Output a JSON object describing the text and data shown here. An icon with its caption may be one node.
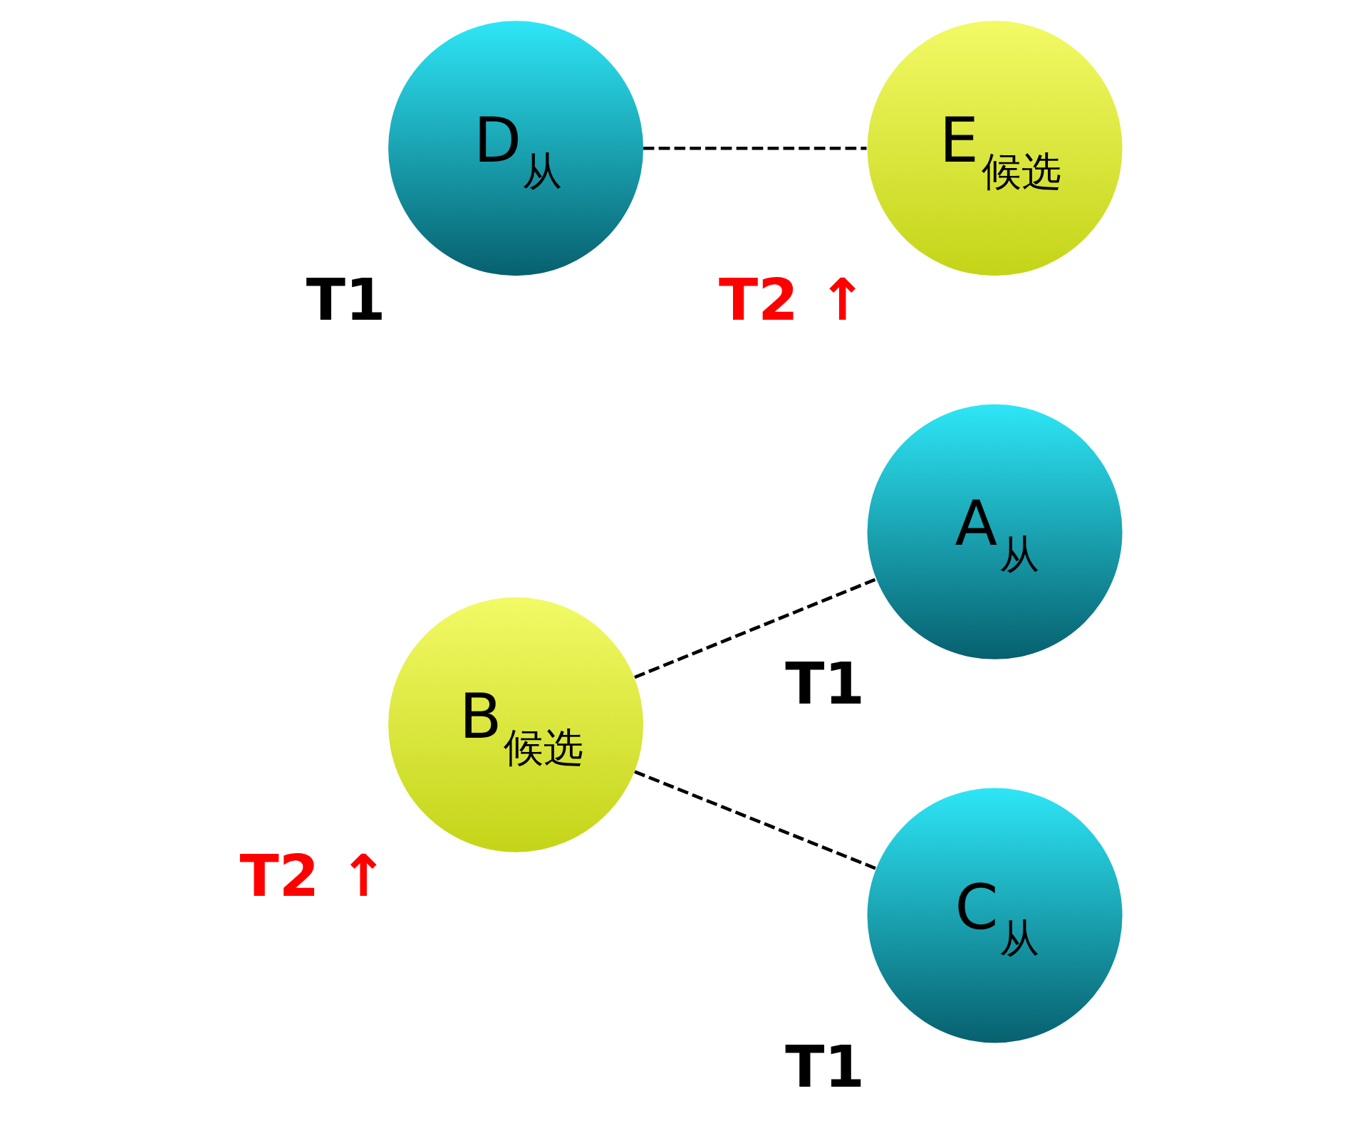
{
  "diagram": {
    "nodes": [
      {
        "text": [
          "A$_{从}$"
        ],
        "beside": [
          "T1"
        ]
      },
      {
        "text": [
          "C$_{从}$"
        ],
        "beside": [
          "T1"
        ]
      },
      {
        "text": [
          "B$_{候选}$"
        ],
        "beside": [
          "T2 ↑"
        ]
      },
      {
        "text": [
          "D$_{从}$"
        ],
        "beside": [
          "T1"
        ]
      },
      {
        "text": [
          "E$_{候选}$"
        ],
        "beside": [
          "T2 ↑"
        ]
      }
    ],
    "edges": [
      {
        "from": 2,
        "to": 0,
        "arrow": "none",
        "style": "dashed"
      },
      {
        "from": 2,
        "to": 1,
        "arrow": "none",
        "style": "dashed"
      },
      {
        "from": 3,
        "to": 4,
        "arrow": "none",
        "style": "dashed"
      }
    ]
  }
}
